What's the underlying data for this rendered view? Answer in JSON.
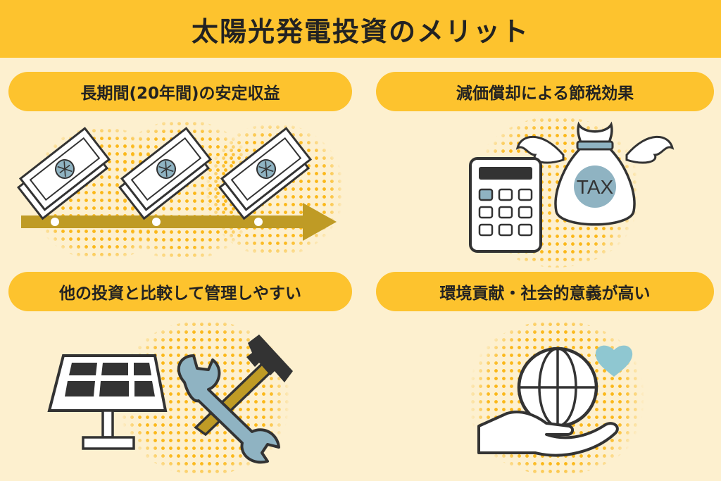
{
  "header": {
    "title": "太陽光発電投資のメリット"
  },
  "benefits": [
    {
      "label": "長期間(20年間)の安定収益"
    },
    {
      "label": "減価償却による節税効果"
    },
    {
      "label": "他の投資と比較して管理しやすい"
    },
    {
      "label": "環境貢献・社会的意義が高い"
    }
  ],
  "illustrations": {
    "tax_bag_text": "TAX",
    "icons": [
      "banknote-icon",
      "timeline-arrow-icon",
      "calculator-icon",
      "money-bag-icon",
      "wing-icon",
      "solar-panel-icon",
      "wrench-icon",
      "hammer-icon",
      "globe-icon",
      "hand-icon",
      "heart-icon"
    ]
  },
  "colors": {
    "accent": "#fdc32e",
    "background": "#fdf0cf",
    "arrow": "#bf9b25",
    "blue_gray": "#8fb3c2",
    "heart": "#8fc7d1"
  }
}
